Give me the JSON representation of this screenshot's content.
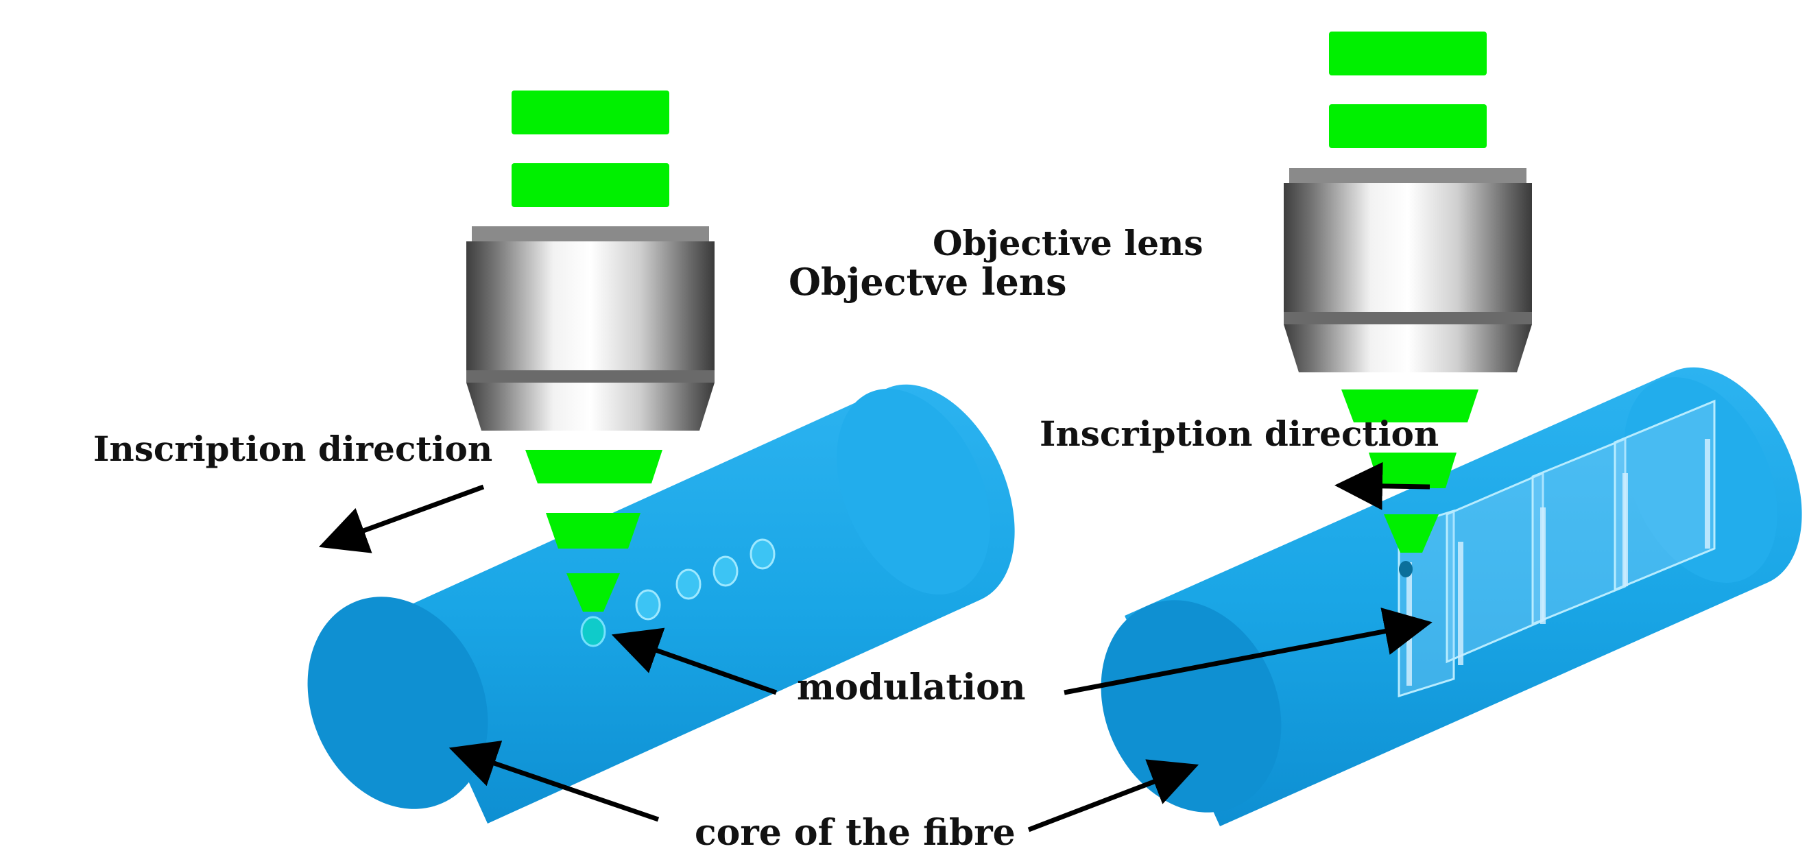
{
  "labels": {
    "objective_lens_right": "Objective lens",
    "objective_lens_left": "Objectve lens",
    "inscription_left": "Inscription direction",
    "inscription_right": "Inscription direction",
    "modulation": "modulation",
    "core": "core of the fibre"
  },
  "colors": {
    "laser_green": "#00f000",
    "fibre_blue": "#1eaaea",
    "fibre_end": "#0f8fd0",
    "lens_metal": "#9a9a9a",
    "arrow": "#000000"
  }
}
